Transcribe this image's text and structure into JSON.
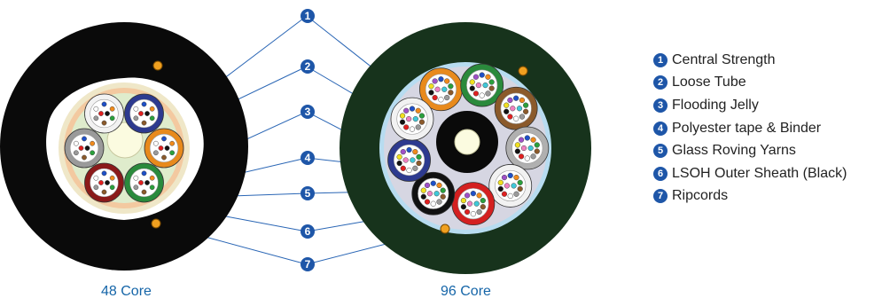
{
  "captions": {
    "left": "48 Core",
    "right": "96 Core"
  },
  "legend": [
    {
      "num": "1",
      "label": "Central Strength"
    },
    {
      "num": "2",
      "label": "Loose Tube"
    },
    {
      "num": "3",
      "label": "Flooding Jelly"
    },
    {
      "num": "4",
      "label": "Polyester tape & Binder"
    },
    {
      "num": "5",
      "label": "Glass Roving Yarns"
    },
    {
      "num": "6",
      "label": "LSOH Outer Sheath (Black)"
    },
    {
      "num": "7",
      "label": "Ripcords"
    }
  ],
  "colors": {
    "badge": "#1e56a8",
    "leader": "#2a66b5",
    "left_sheath": "#0a0a0a",
    "right_sheath": "#17331c",
    "caption": "#1565a8",
    "ripcord": "#f0a020"
  },
  "left_tube_colors": [
    "#2d3a8f",
    "#e88a1c",
    "#2a8a3c",
    "#8b1a1a",
    "#9a9a9a",
    "#f2f2f2"
  ],
  "right_tube_colors": [
    "#e88a1c",
    "#2a8a3c",
    "#8b5a2b",
    "#b0b0b0",
    "#f2f2f2",
    "#d42020",
    "#111111",
    "#2d3a8f",
    "#f2f2f2"
  ],
  "fiber_colors": [
    "#1e50c8",
    "#f08a1c",
    "#2aa03c",
    "#8b5a2b",
    "#9a9a9a",
    "#ffffff",
    "#e02020",
    "#111111",
    "#f0e020",
    "#a050c8",
    "#f080c0",
    "#40c8d8"
  ]
}
